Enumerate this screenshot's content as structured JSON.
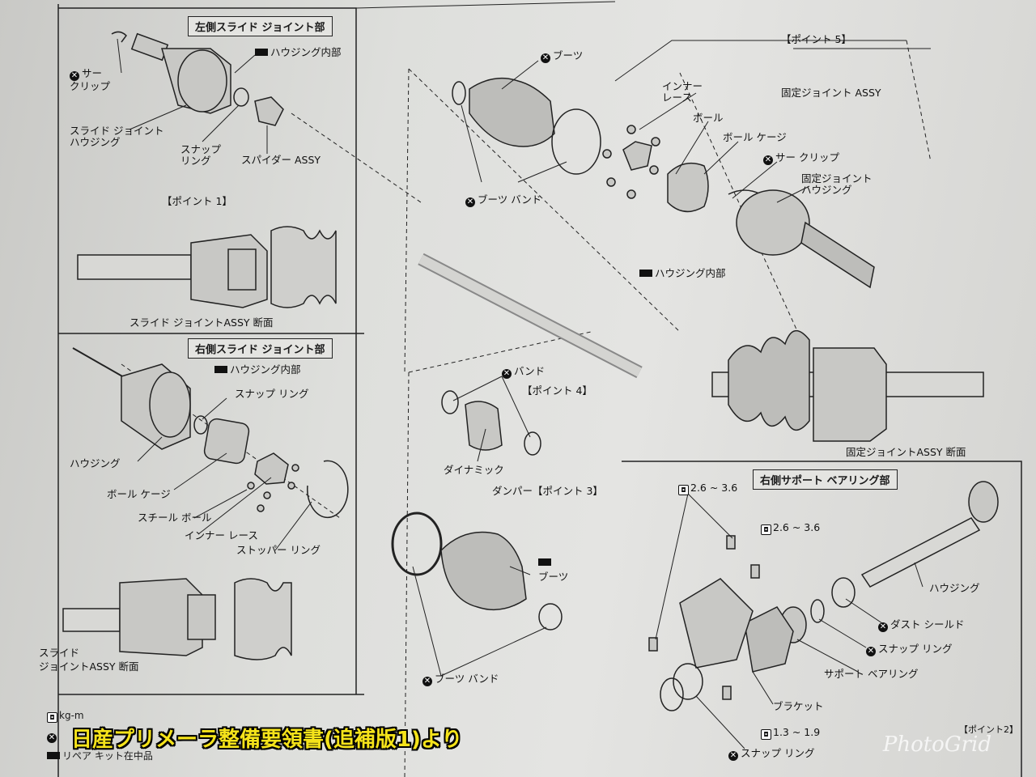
{
  "sections": {
    "left_slide_joint": "左側スライド ジョイント部",
    "right_slide_joint": "右側スライド ジョイント部",
    "right_support_bearing": "右側サポート ベアリング部",
    "point1": "【ポイント 1】",
    "point2": "【ポイント2】",
    "point3": "ダンパー【ポイント 3】",
    "point4": "【ポイント 4】",
    "point5": "【ポイント 5】",
    "slide_assy_section": "スライド ジョイントASSY 断面",
    "slide_assy_section2": "スライド\nジョイントASSY 断面",
    "fixed_assy_section": "固定ジョイントASSY 断面",
    "fixed_assy": "固定ジョイント ASSY"
  },
  "labels": {
    "circlip1": "サー\nクリップ",
    "housing_inner1": "ハウジング内部",
    "slide_housing": "スライド ジョイント\nハウジング",
    "snap_ring1": "スナップ\nリング",
    "spider_assy": "スパイダー ASSY",
    "boot1": "ブーツ",
    "inner_race1": "インナー\nレース",
    "ball": "ボール",
    "ball_cage1": "ボール ケージ",
    "circlip2": "サー クリップ",
    "fixed_housing": "固定ジョイント\nハウジング",
    "boot_band1": "ブーツ バンド",
    "housing_inner2": "ハウジング内部",
    "band": "バンド",
    "dynamic": "ダイナミック",
    "housing_inner3": "ハウジング内部",
    "snap_ring2": "スナップ リング",
    "housing": "ハウジング",
    "ball_cage2": "ボール ケージ",
    "steel_ball": "スチール ボール",
    "inner_race2": "インナー レース",
    "stopper_ring": "ストッパー リング",
    "boot2": "ブーツ",
    "boot_band2": "ブーツ バンド",
    "torque1": "2.6 ~ 3.6",
    "torque2": "2.6 ~ 3.6",
    "torque3": "1.3 ~ 1.9",
    "housing_r": "ハウジング",
    "dust_shield": "ダスト シールド",
    "snap_ring3": "スナップ リング",
    "support_bearing": "サポート ベアリング",
    "bracket": "ブラケット",
    "snap_ring4": "スナップ リング"
  },
  "legend": {
    "torque_unit": "kg-m",
    "repair_kit": "リペア キット在中品"
  },
  "caption": "日産プリメーラ整備要領書(追補版1)より",
  "watermark": "PhotoGrid",
  "colors": {
    "caption": "#f5e31a",
    "ink": "#111111",
    "paper": "#e0e0dd"
  }
}
